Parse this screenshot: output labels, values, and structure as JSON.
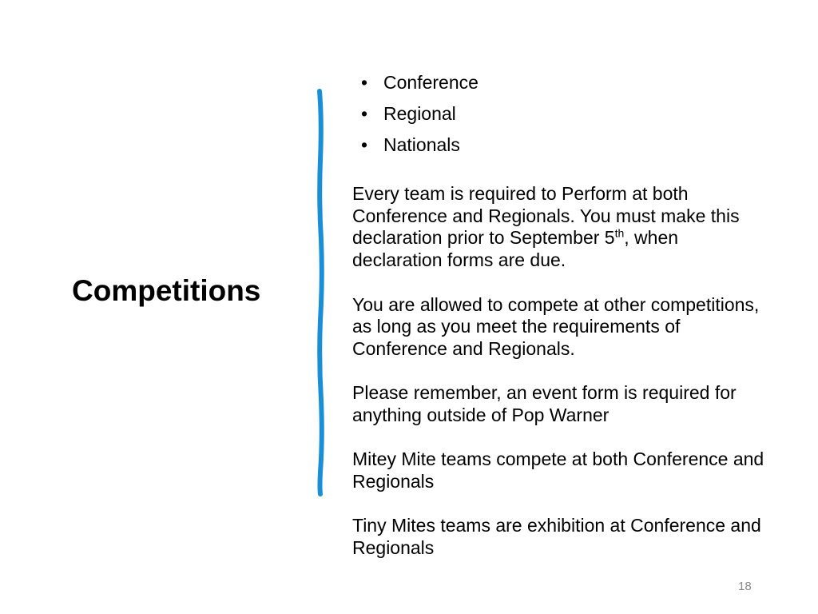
{
  "slide": {
    "title": "Competitions",
    "accent_color": "#1b8fd6",
    "bullets": [
      "Conference",
      "Regional",
      "Nationals"
    ],
    "paragraph1": {
      "before_sup": "Every team is required to Perform at both Conference and Regionals.  You must make this declaration prior to September 5",
      "sup": "th",
      "after_sup": ", when declaration forms are due."
    },
    "paragraph2": "You are allowed to compete at other competitions, as long as you meet the requirements of Conference and Regionals.",
    "paragraph3": "Please remember, an event form is required for anything outside of Pop Warner",
    "paragraph4": "Mitey Mite teams compete at both Conference and Regionals",
    "paragraph5": "Tiny Mites teams are exhibition at Conference and Regionals",
    "page_number": "18"
  }
}
